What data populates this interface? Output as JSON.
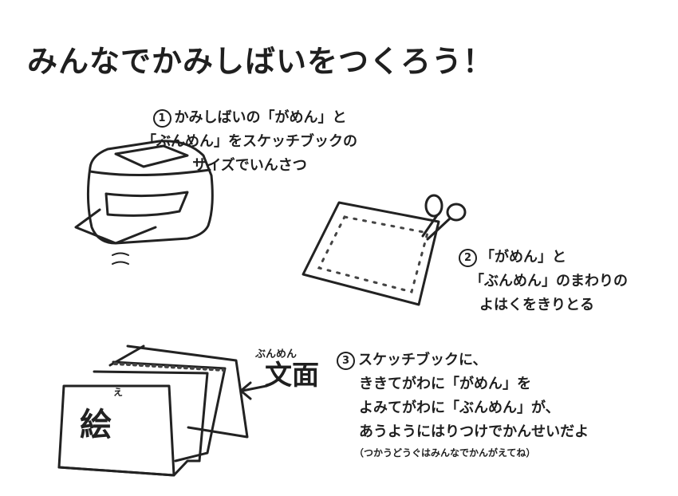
{
  "title": "みんなでかみしばいをつくろう！",
  "steps": [
    {
      "number": "1",
      "lines": [
        "かみしばいの「がめん」と",
        "「ぶんめん」をスケッチブックの",
        "サイズでいんさつ"
      ]
    },
    {
      "number": "2",
      "lines": [
        "「がめん」と",
        "「ぶんめん」のまわりの",
        "よはくをきりとる"
      ]
    },
    {
      "number": "3",
      "lines": [
        "スケッチブックに、",
        "ききてがわに「がめん」を",
        "よみてがわに「ぶんめん」が、",
        "あうようにはりつけでかんせいだよ"
      ],
      "note": "（つかうどうぐはみんなでかんがえてね）"
    }
  ],
  "illustration": {
    "bunmen_ruby": "ぶんめん",
    "bunmen_text": "文面",
    "e_ruby": "え",
    "e_text": "絵"
  },
  "icons": [
    "printer-icon",
    "scissors-icon",
    "cut-paper-icon",
    "sketchbook-kamishibai-icon",
    "arrow-left-icon"
  ]
}
